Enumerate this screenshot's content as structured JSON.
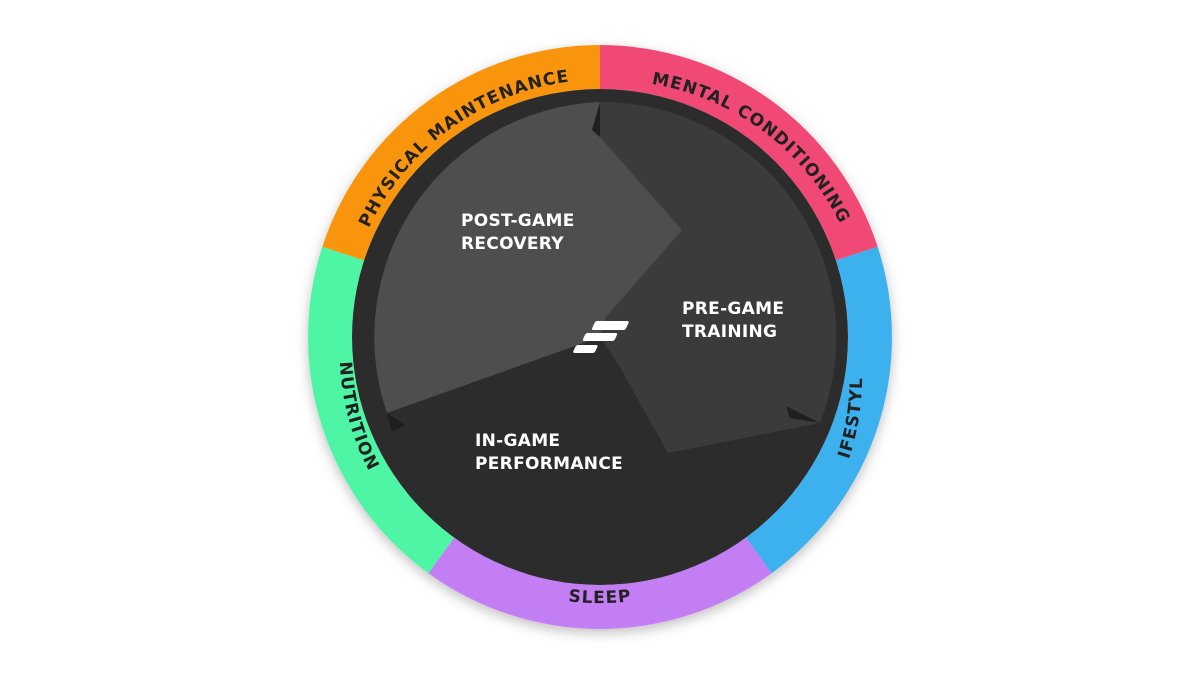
{
  "ring": [
    {
      "label": "MENTAL CONDITIONING",
      "color": "#F04A75"
    },
    {
      "label": "LIFESTYLE",
      "color": "#3EB0EE"
    },
    {
      "label": "SLEEP",
      "color": "#C47EF3"
    },
    {
      "label": "NUTRITION",
      "color": "#4DF5A5"
    },
    {
      "label": "PHYSICAL MAINTENANCE",
      "color": "#F9950F"
    }
  ],
  "phases": [
    {
      "line1": "PRE-GAME",
      "line2": "TRAINING",
      "color": "#3B3B3B"
    },
    {
      "line1": "IN-GAME",
      "line2": "PERFORMANCE",
      "color": "#2C2C2C"
    },
    {
      "line1": "POST-GAME",
      "line2": "RECOVERY",
      "color": "#4E4E4E"
    }
  ],
  "logo": "brand-logo-icon"
}
